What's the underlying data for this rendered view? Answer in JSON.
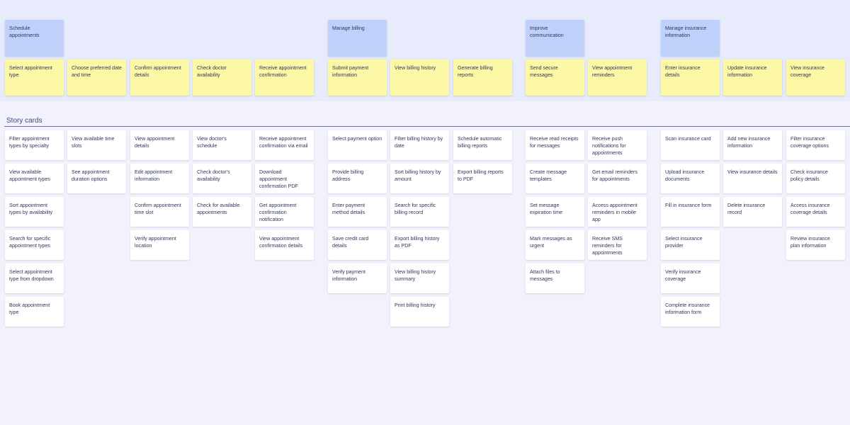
{
  "board": {
    "section_title": "Story cards"
  },
  "activities": [
    "Schedule appointments",
    "Manage billing",
    "Improve communication",
    "Manage insurance information"
  ],
  "tasks": [
    "Select appointment type",
    "Choose preferred date and time",
    "Confirm appointment details",
    "Check doctor availability",
    "Receive appointment confirmation",
    "Submit payment information",
    "View billing history",
    "Generate billing reports",
    "Send secure messages",
    "View appointment reminders",
    "Enter insurance details",
    "Update insurance information",
    "View insurance coverage"
  ],
  "stories": [
    [
      "Filter appointment types by specialty",
      "View available appointment types",
      "Sort appointment types by availability",
      "Search for specific appointment types",
      "Select appointment type from dropdown",
      "Book appointment type"
    ],
    [
      "View available time slots",
      "See appointment duration options"
    ],
    [
      "View appointment details",
      "Edit appointment information",
      "Confirm appointment time slot",
      "Verify appointment location"
    ],
    [
      "View doctor's schedule",
      "Check doctor's availability",
      "Check for available appointments"
    ],
    [
      "Receive appointment confirmation via email",
      "Download appointment confirmation PDF",
      "Get appointment confirmation notification",
      "View appointment confirmation details"
    ],
    [
      "Select payment option",
      "Provide billing address",
      "Enter payment method details",
      "Save credit card details",
      "Verify payment information"
    ],
    [
      "Filter billing history by date",
      "Sort billing history by amount",
      "Search for specific billing record",
      "Export billing history as PDF",
      "View billing history summary",
      "Print billing history"
    ],
    [
      "Schedule automatic billing reports",
      "Export billing reports to PDF"
    ],
    [
      "Receive read receipts for messages",
      "Create message templates",
      "Set message expiration time",
      "Mark messages as urgent",
      "Attach files to messages"
    ],
    [
      "Receive push notifications for appointments",
      "Get email reminders for appointments",
      "Access appointment reminders in mobile app",
      "Receive SMS reminders for appointments"
    ],
    [
      "Scan insurance card",
      "Upload insurance documents",
      "Fill in insurance form",
      "Select insurance provider",
      "Verify insurance coverage",
      "Complete insurance information form"
    ],
    [
      "Add new insurance information",
      "View insurance details",
      "Delete insurance record"
    ],
    [
      "Filter insurance coverage options",
      "Check insurance policy details",
      "Access insurance coverage details",
      "Review insurance plan information"
    ]
  ]
}
